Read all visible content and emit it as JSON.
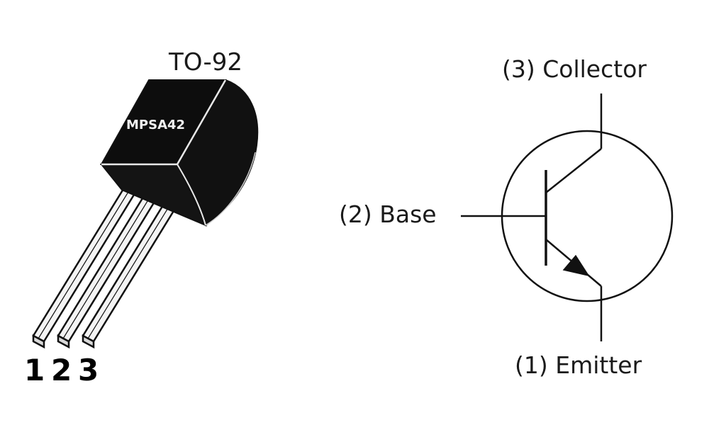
{
  "package": {
    "name": "TO-92",
    "marking": "MPSA42",
    "pin_numbers": [
      "1",
      "2",
      "3"
    ]
  },
  "symbol": {
    "collector": "(3) Collector",
    "base": "(2) Base",
    "emitter": "(1) Emitter"
  },
  "colors": {
    "body": "#111111",
    "lead_fill": "#f4f4f4",
    "line": "#111111",
    "background": "#ffffff"
  }
}
